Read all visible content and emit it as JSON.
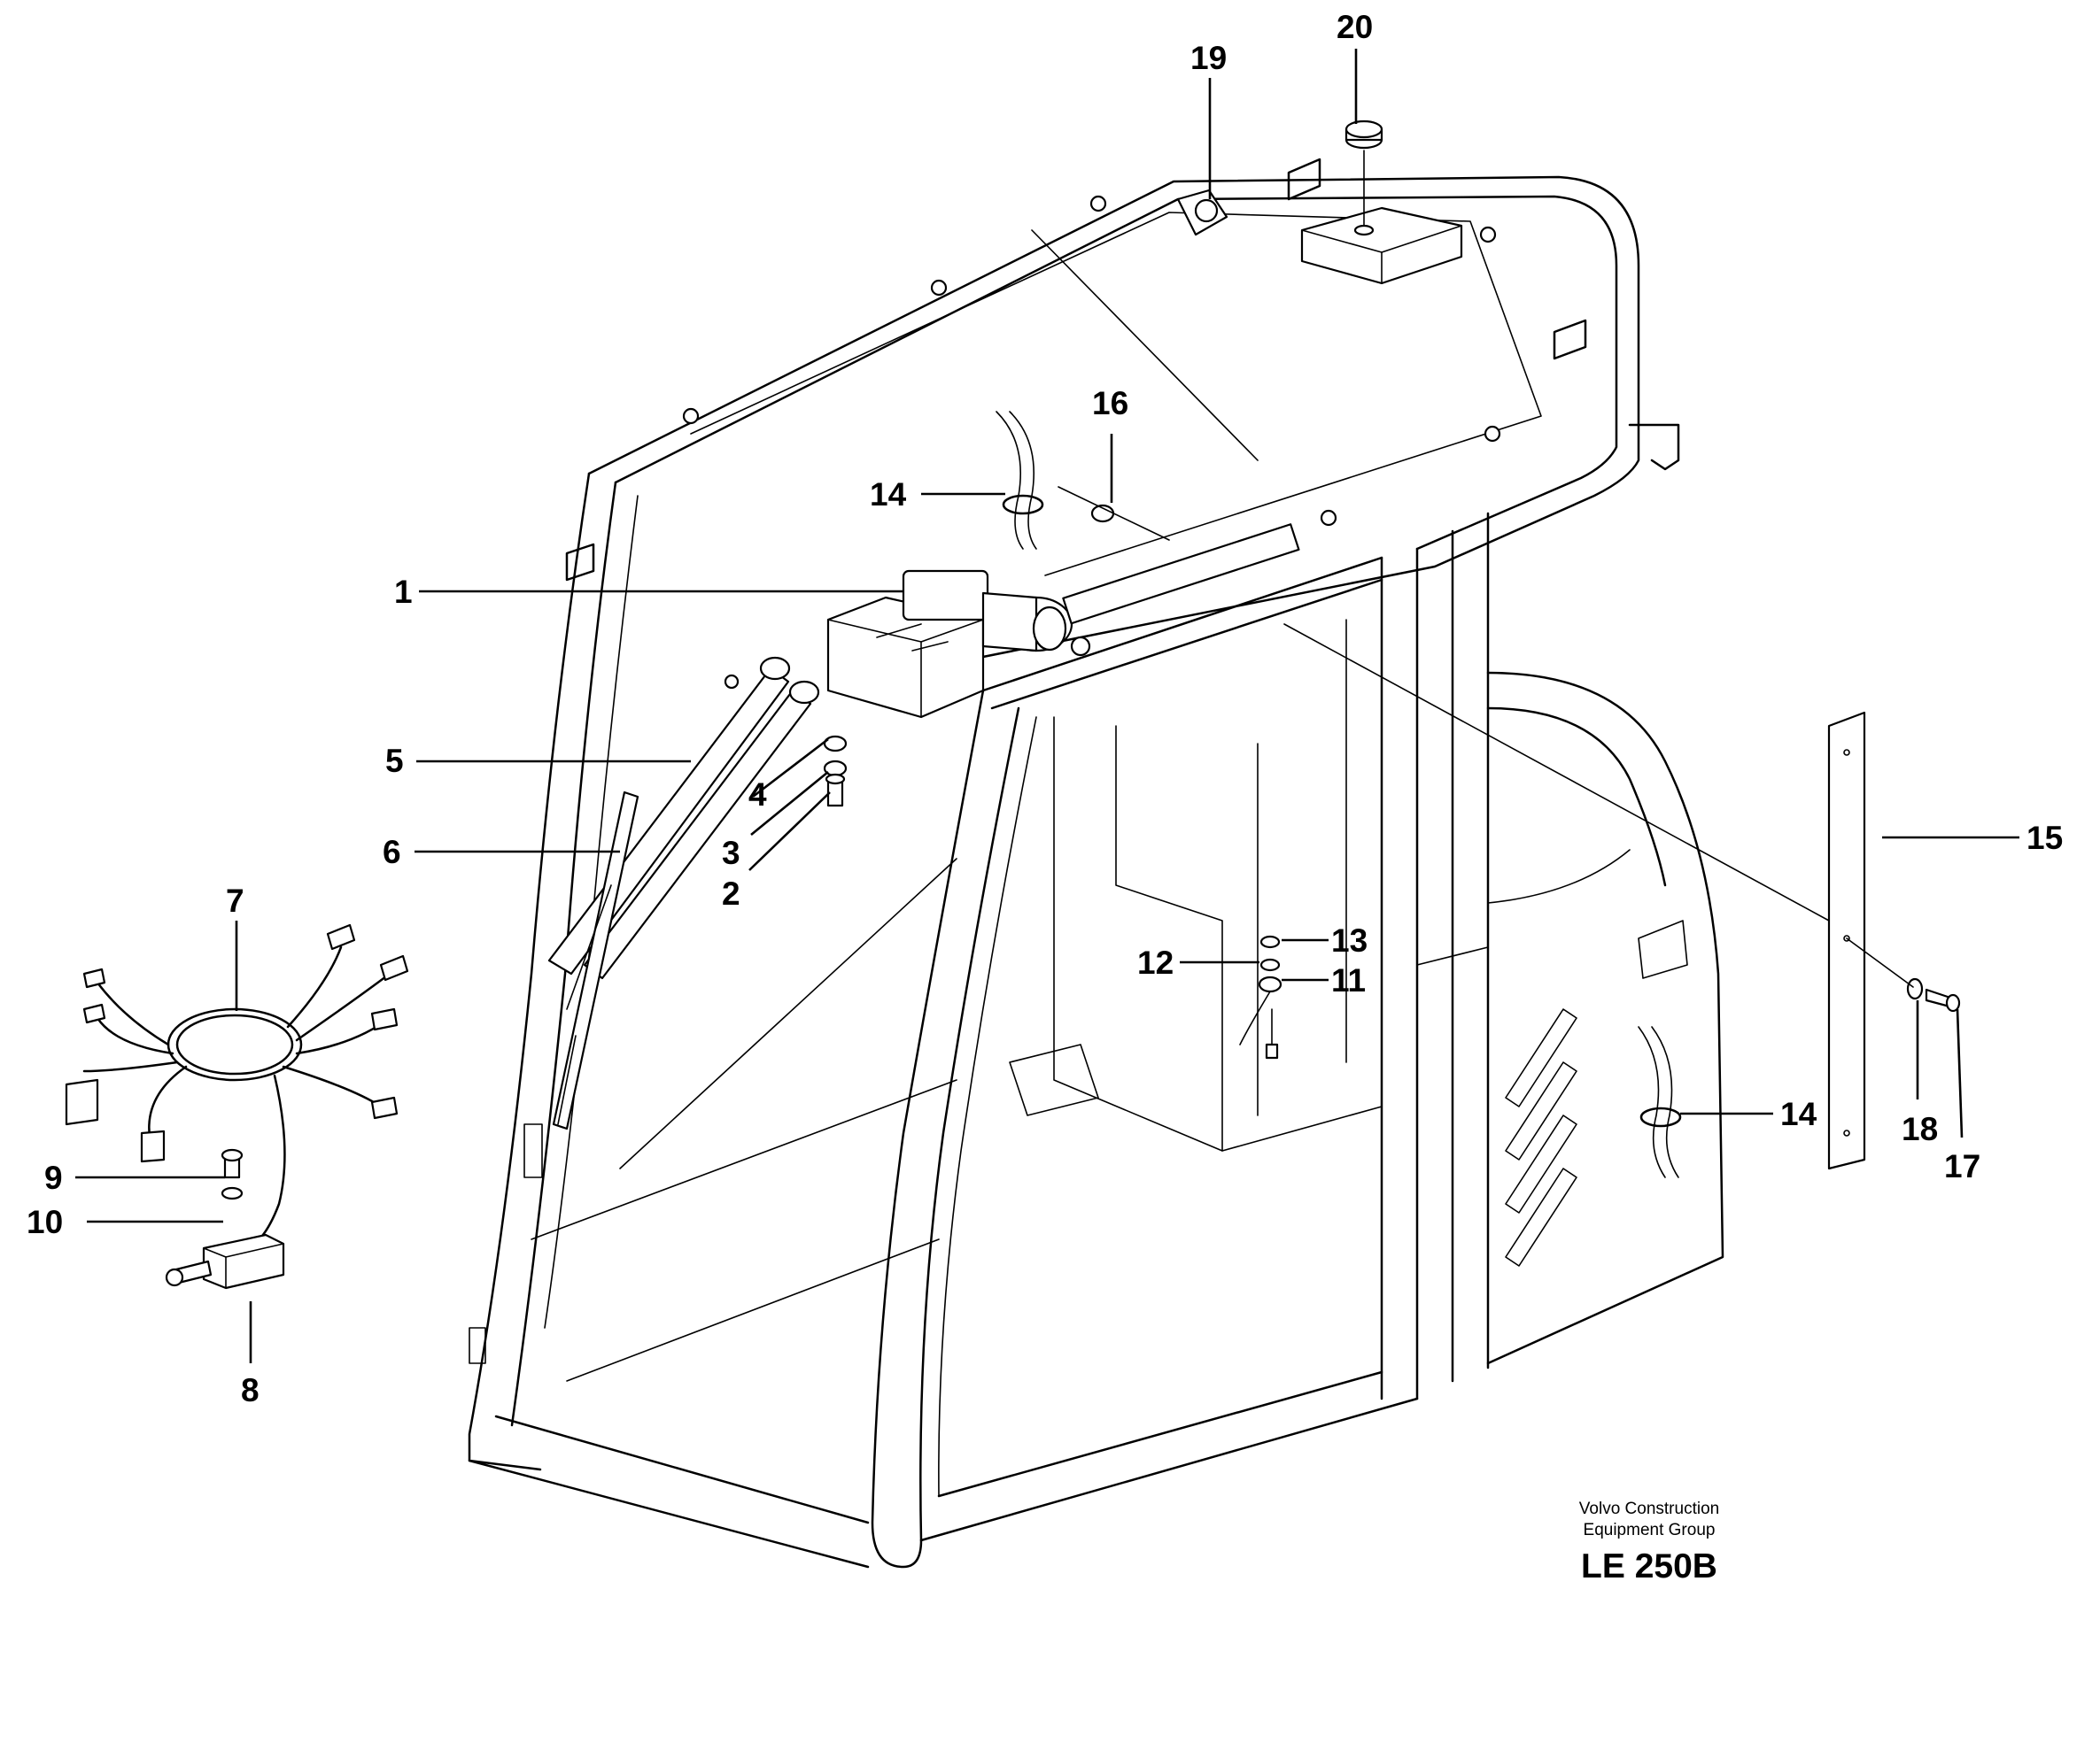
{
  "callouts": {
    "c1": "1",
    "c2": "2",
    "c3": "3",
    "c4": "4",
    "c5": "5",
    "c6": "6",
    "c7": "7",
    "c8": "8",
    "c9": "9",
    "c10": "10",
    "c11": "11",
    "c12": "12",
    "c13": "13",
    "c14a": "14",
    "c14b": "14",
    "c15": "15",
    "c16": "16",
    "c17": "17",
    "c18": "18",
    "c19": "19",
    "c20": "20"
  },
  "footer": {
    "brand_line1": "Volvo Construction",
    "brand_line2": "Equipment Group",
    "model_code": "LE 250B"
  }
}
